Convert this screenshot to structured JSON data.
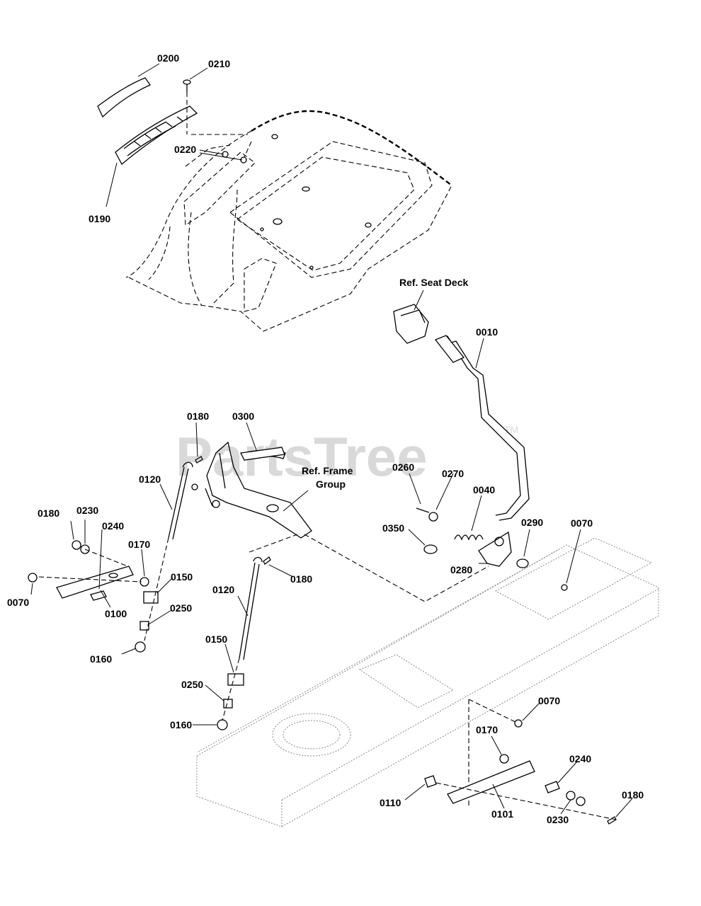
{
  "watermark": {
    "text": "PartsTree",
    "trademark": "TM"
  },
  "references": {
    "seat_deck": "Ref. Seat Deck",
    "frame_group_line1": "Ref. Frame",
    "frame_group_line2": "Group"
  },
  "callouts": [
    {
      "id": "c0200",
      "text": "0200"
    },
    {
      "id": "c0210",
      "text": "0210"
    },
    {
      "id": "c0220",
      "text": "0220"
    },
    {
      "id": "c0190",
      "text": "0190"
    },
    {
      "id": "c0010",
      "text": "0010"
    },
    {
      "id": "c0180a",
      "text": "0180"
    },
    {
      "id": "c0300",
      "text": "0300"
    },
    {
      "id": "c0120a",
      "text": "0120"
    },
    {
      "id": "c0260",
      "text": "0260"
    },
    {
      "id": "c0270",
      "text": "0270"
    },
    {
      "id": "c0040",
      "text": "0040"
    },
    {
      "id": "c0180b",
      "text": "0180"
    },
    {
      "id": "c0230a",
      "text": "0230"
    },
    {
      "id": "c0240a",
      "text": "0240"
    },
    {
      "id": "c0350",
      "text": "0350"
    },
    {
      "id": "c0290",
      "text": "0290"
    },
    {
      "id": "c0070a",
      "text": "0070"
    },
    {
      "id": "c0170a",
      "text": "0170"
    },
    {
      "id": "c0280",
      "text": "0280"
    },
    {
      "id": "c0150a",
      "text": "0150"
    },
    {
      "id": "c0180c",
      "text": "0180"
    },
    {
      "id": "c0070b",
      "text": "0070"
    },
    {
      "id": "c0100",
      "text": "0100"
    },
    {
      "id": "c0120b",
      "text": "0120"
    },
    {
      "id": "c0250a",
      "text": "0250"
    },
    {
      "id": "c0160a",
      "text": "0160"
    },
    {
      "id": "c0150b",
      "text": "0150"
    },
    {
      "id": "c0250b",
      "text": "0250"
    },
    {
      "id": "c0070c",
      "text": "0070"
    },
    {
      "id": "c0160b",
      "text": "0160"
    },
    {
      "id": "c0170b",
      "text": "0170"
    },
    {
      "id": "c0240b",
      "text": "0240"
    },
    {
      "id": "c0180d",
      "text": "0180"
    },
    {
      "id": "c0110",
      "text": "0110"
    },
    {
      "id": "c0101",
      "text": "0101"
    },
    {
      "id": "c0230b",
      "text": "0230"
    }
  ]
}
